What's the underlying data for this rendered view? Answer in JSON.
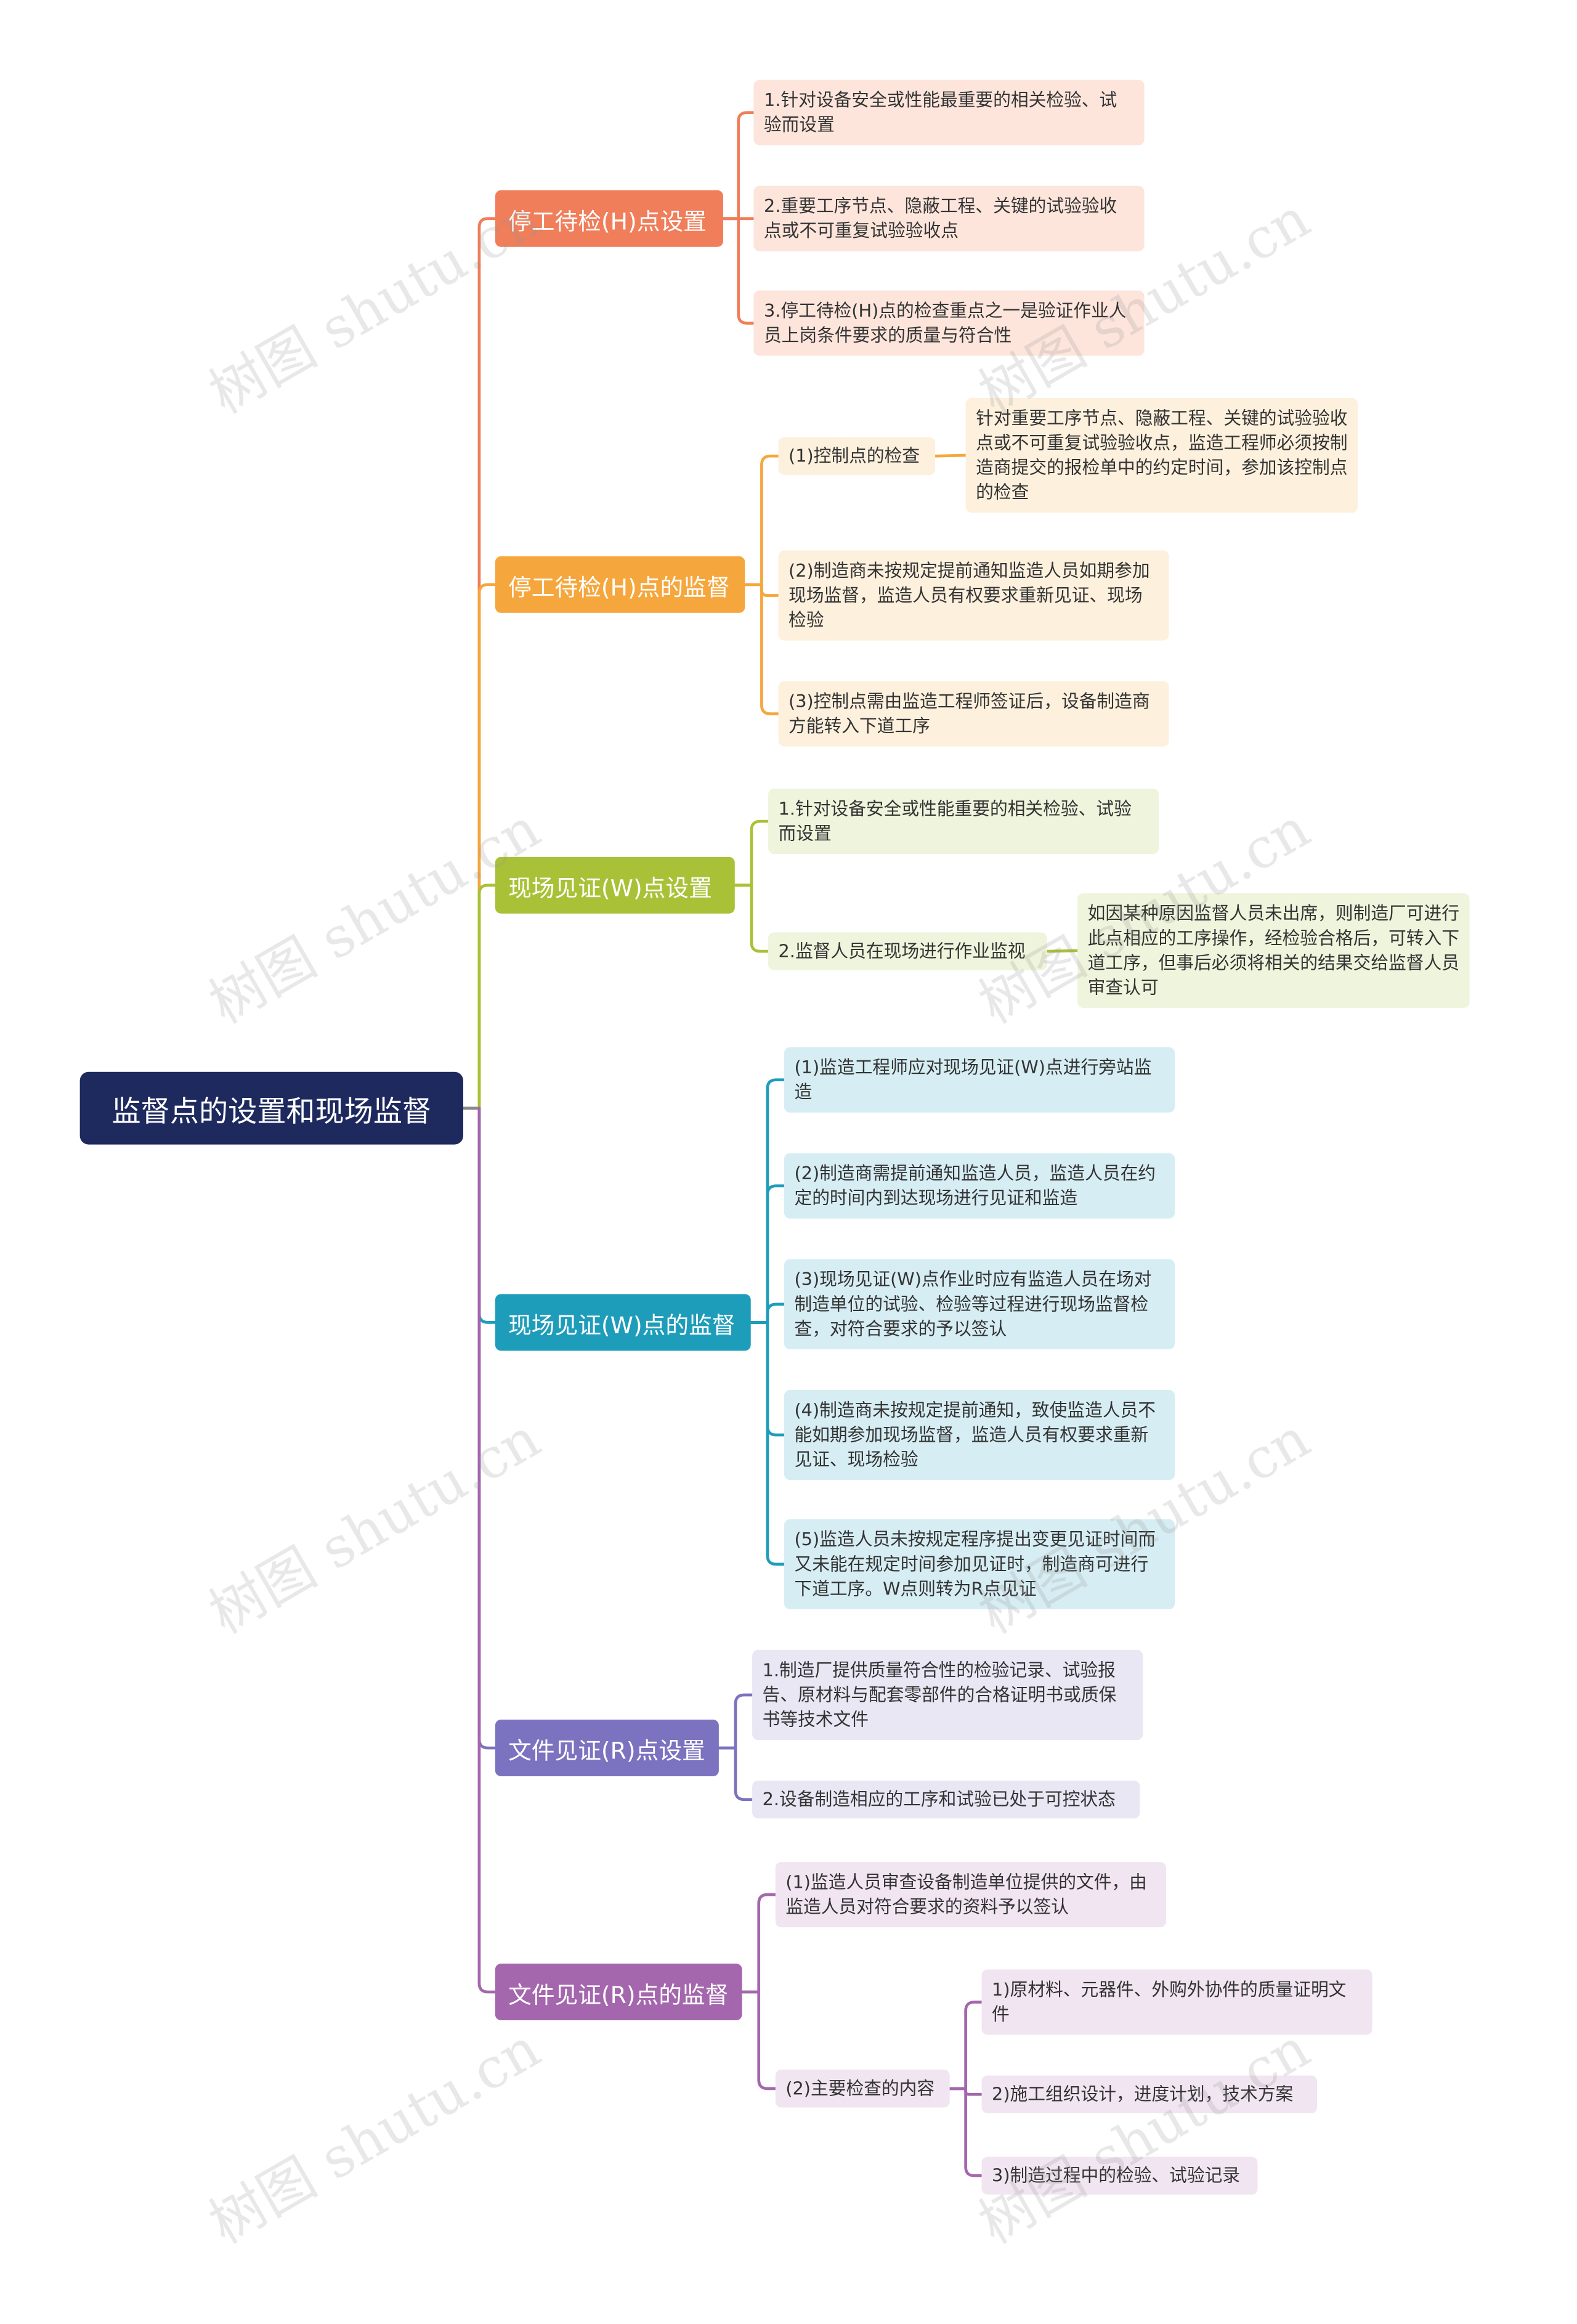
{
  "root": {
    "label": "监督点的设置和现场监督"
  },
  "colors": {
    "root": "#1e2a5e",
    "b1": "#f07e5a",
    "b1_leaf": "#fde5dc",
    "b2": "#f5a73d",
    "b2_leaf": "#fdf0dd",
    "b3": "#a9c137",
    "b3_leaf": "#eff4dc",
    "b4": "#1e9dba",
    "b4_leaf": "#d6edf3",
    "b5": "#7b73bf",
    "b5_leaf": "#e9e7f4",
    "b6": "#a466ad",
    "b6_leaf": "#f0e5f1"
  },
  "branches": [
    {
      "label": "停工待检(H)点设置",
      "children": [
        {
          "label": "1.针对设备安全或性能最重要的相关检验、试验而设置"
        },
        {
          "label": "2.重要工序节点、隐蔽工程、关键的试验验收点或不可重复试验验收点"
        },
        {
          "label": "3.停工待检(H)点的检查重点之一是验证作业人员上岗条件要求的质量与符合性"
        }
      ]
    },
    {
      "label": "停工待检(H)点的监督",
      "children": [
        {
          "label": "(1)控制点的检查",
          "children": [
            {
              "label": "针对重要工序节点、隐蔽工程、关键的试验验收点或不可重复试验验收点，监造工程师必须按制造商提交的报检单中的约定时间，参加该控制点的检查"
            }
          ]
        },
        {
          "label": "(2)制造商未按规定提前通知监造人员如期参加现场监督，监造人员有权要求重新见证、现场检验"
        },
        {
          "label": "(3)控制点需由监造工程师签证后，设备制造商方能转入下道工序"
        }
      ]
    },
    {
      "label": "现场见证(W)点设置",
      "children": [
        {
          "label": "1.针对设备安全或性能重要的相关检验、试验而设置"
        },
        {
          "label": "2.监督人员在现场进行作业监视",
          "children": [
            {
              "label": "如因某种原因监督人员未出席，则制造厂可进行此点相应的工序操作，经检验合格后，可转入下道工序，但事后必须将相关的结果交给监督人员审查认可"
            }
          ]
        }
      ]
    },
    {
      "label": "现场见证(W)点的监督",
      "children": [
        {
          "label": "(1)监造工程师应对现场见证(W)点进行旁站监造"
        },
        {
          "label": "(2)制造商需提前通知监造人员，监造人员在约定的时间内到达现场进行见证和监造"
        },
        {
          "label": "(3)现场见证(W)点作业时应有监造人员在场对制造单位的试验、检验等过程进行现场监督检查，对符合要求的予以签认"
        },
        {
          "label": "(4)制造商未按规定提前通知，致使监造人员不能如期参加现场监督，监造人员有权要求重新见证、现场检验"
        },
        {
          "label": "(5)监造人员未按规定程序提出变更见证时间而又未能在规定时间参加见证时，制造商可进行下道工序。W点则转为R点见证"
        }
      ]
    },
    {
      "label": "文件见证(R)点设置",
      "children": [
        {
          "label": "1.制造厂提供质量符合性的检验记录、试验报告、原材料与配套零部件的合格证明书或质保书等技术文件"
        },
        {
          "label": "2.设备制造相应的工序和试验已处于可控状态"
        }
      ]
    },
    {
      "label": "文件见证(R)点的监督",
      "children": [
        {
          "label": "(1)监造人员审查设备制造单位提供的文件，由监造人员对符合要求的资料予以签认"
        },
        {
          "label": "(2)主要检查的内容",
          "children": [
            {
              "label": "1)原材料、元器件、外购外协件的质量证明文件"
            },
            {
              "label": "2)施工组织设计，进度计划，技术方案"
            },
            {
              "label": "3)制造过程中的检验、试验记录"
            }
          ]
        }
      ]
    }
  ],
  "watermark": "树图 shutu.cn"
}
